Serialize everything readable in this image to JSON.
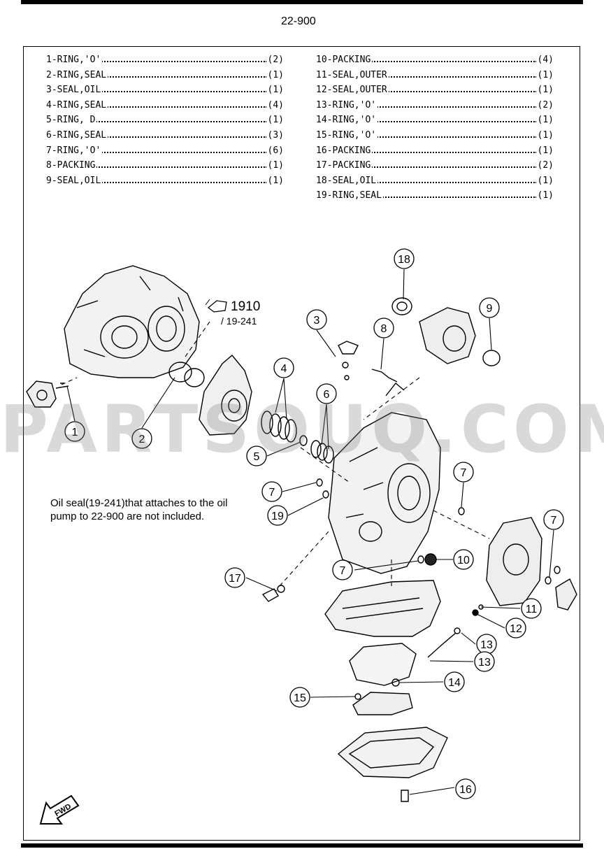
{
  "kit_number": "22-900",
  "parts_left": [
    {
      "name": "1-RING,'O'",
      "qty": "(2)"
    },
    {
      "name": "2-RING,SEAL",
      "qty": "(1)"
    },
    {
      "name": "3-SEAL,OIL",
      "qty": "(1)"
    },
    {
      "name": "4-RING,SEAL",
      "qty": "(4)"
    },
    {
      "name": "5-RING, D",
      "qty": "(1)"
    },
    {
      "name": "6-RING,SEAL",
      "qty": "(3)"
    },
    {
      "name": "7-RING,'O'",
      "qty": "(6)"
    },
    {
      "name": "8-PACKING",
      "qty": "(1)"
    },
    {
      "name": "9-SEAL,OIL",
      "qty": "(1)"
    }
  ],
  "parts_right": [
    {
      "name": "10-PACKING",
      "qty": "(4)"
    },
    {
      "name": "11-SEAL,OUTER",
      "qty": "(1)"
    },
    {
      "name": "12-SEAL,OUTER",
      "qty": "(1)"
    },
    {
      "name": "13-RING,'O'",
      "qty": "(2)"
    },
    {
      "name": "14-RING,'O'",
      "qty": "(1)"
    },
    {
      "name": "15-RING,'O'",
      "qty": "(1)"
    },
    {
      "name": "16-PACKING",
      "qty": "(1)"
    },
    {
      "name": "17-PACKING",
      "qty": "(2)"
    },
    {
      "name": "18-SEAL,OIL",
      "qty": "(1)"
    },
    {
      "name": "19-RING,SEAL",
      "qty": "(1)"
    }
  ],
  "note": "Oil seal(19-241)that attaches to the oil pump to 22-900 are not included.",
  "ref_section": "1910",
  "ref_part": "/ 19-241",
  "fwd_label": "FWD",
  "watermark": "PARTSOUQ.COM",
  "callouts": [
    "1",
    "2",
    "3",
    "4",
    "5",
    "6",
    "7",
    "7",
    "7",
    "7",
    "8",
    "9",
    "10",
    "11",
    "12",
    "13",
    "13",
    "14",
    "15",
    "16",
    "17",
    "18",
    "19"
  ]
}
